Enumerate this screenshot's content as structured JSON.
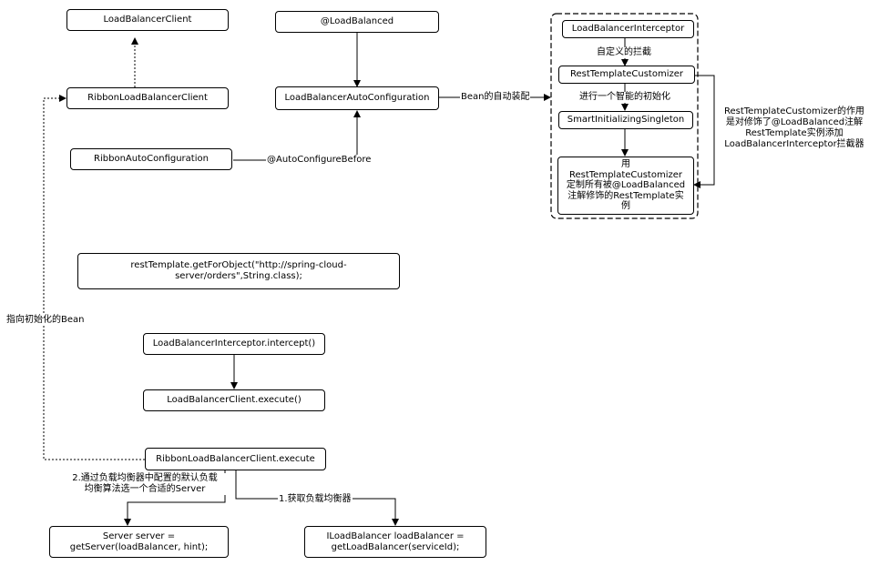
{
  "nodes": {
    "lb_client": "LoadBalancerClient",
    "ribbon_lb_client": "RibbonLoadBalancerClient",
    "ribbon_auto_config": "RibbonAutoConfiguration",
    "load_balanced": "@LoadBalanced",
    "lb_auto_config": "LoadBalancerAutoConfiguration",
    "lb_interceptor": "LoadBalancerInterceptor",
    "rt_customizer": "RestTemplateCustomizer",
    "smart_init": "SmartInitializingSingleton",
    "customize_all": "用\nRestTemplateCustomizer\n定制所有被@LoadBalanced\n注解修饰的RestTemplate实\n例",
    "get_for_object": "restTemplate.getForObject(\"http://spring-cloud-\nserver/orders\",String.class);",
    "intercept": "LoadBalancerInterceptor.intercept()",
    "lb_execute": "LoadBalancerClient.execute()",
    "ribbon_execute": "RibbonLoadBalancerClient.execute",
    "get_server": "Server server =\ngetServer(loadBalancer, hint);",
    "get_load_balancer": "ILoadBalancer loadBalancer =\ngetLoadBalancer(serviceId);"
  },
  "labels": {
    "auto_configure_before": "@AutoConfigureBefore",
    "bean_autowire": "Bean的自动装配",
    "custom_intercept": "自定义的拦截",
    "smart_init_step": "进行一个智能的初始化",
    "customizer_note": "RestTemplateCustomizer的作用\n是对修饰了@LoadBalanced注解\nRestTemplate实例添加\nLoadBalancerInterceptor拦截器",
    "point_to_bean": "指向初始化的Bean",
    "choose_server": "2.通过负载均衡器中配置的默认负载\n均衡算法选一个合适的Server",
    "get_balancer": "1.获取负载均衡器"
  }
}
